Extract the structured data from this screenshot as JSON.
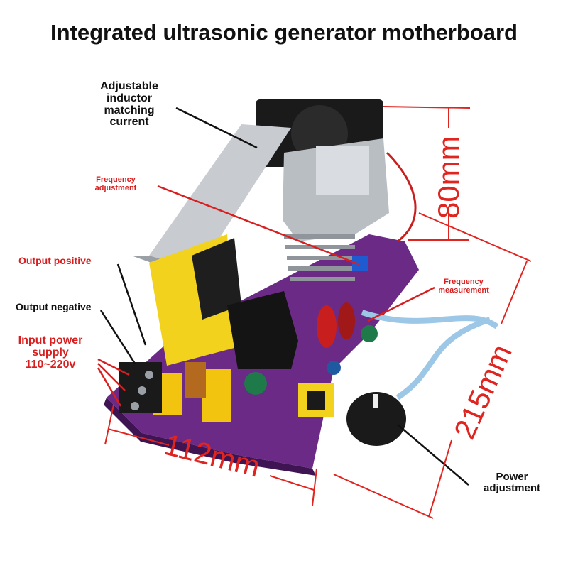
{
  "title": "Integrated ultrasonic generator motherboard",
  "labels": {
    "inductor": "Adjustable inductor matching current",
    "frequency_adjustment": "Frequency adjustment",
    "output_positive": "Output positive",
    "output_negative": "Output negative",
    "input_power": "Input power supply 110~220v",
    "frequency_measurement": "Frequency measurement",
    "power_adjustment": "Power adjustment"
  },
  "dimensions": {
    "width": "112mm",
    "height": "80mm",
    "depth": "215mm"
  },
  "colors": {
    "label_black": "#111111",
    "label_red": "#d81e1e",
    "dimension_red": "#e0241f",
    "pcb_purple": "#6a2a86",
    "transformer_yellow": "#f2d21c",
    "heatsink_silver": "#c8ccd0"
  }
}
